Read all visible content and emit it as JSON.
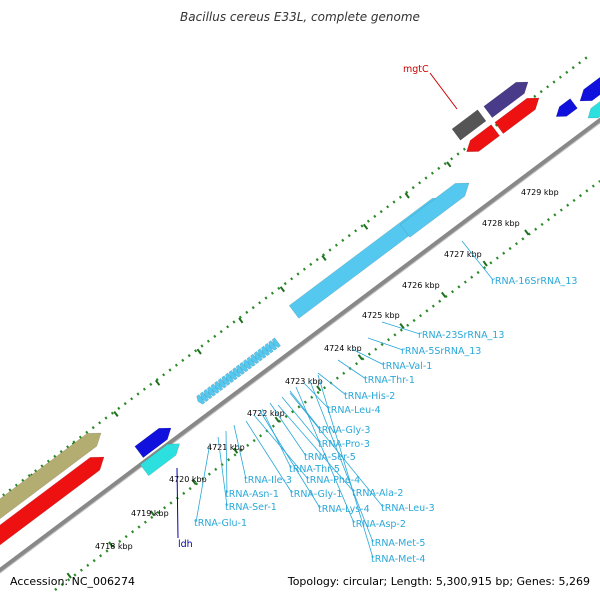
{
  "title": "Bacillus cereus E33L, complete genome",
  "footer": {
    "accession": "Accession: NC_006274",
    "summary": "Topology: circular; Length: 5,300,915 bp; Genes: 5,269"
  },
  "colors": {
    "background": "#ffffff",
    "backbone": "#888888",
    "tick_dot": "#2a8a2a",
    "tick_major": "#1f6f1f",
    "rna_label": "#2aa8d8",
    "rna_feature": "#55c8f0",
    "gene_label_red": "#cc0000",
    "gene_label_blue": "#0000aa",
    "feat_red": "#ee1111",
    "feat_blue": "#1111dd",
    "feat_navy": "#4a3a8a",
    "feat_gray": "#555555",
    "feat_olive": "#b3ad72",
    "feat_cyan": "#2de0e0"
  },
  "ticks": [
    "4718 kbp",
    "4719 kbp",
    "4720 kbp",
    "4721 kbp",
    "4722 kbp",
    "4723 kbp",
    "4724 kbp",
    "4725 kbp",
    "4726 kbp",
    "4727 kbp",
    "4728 kbp",
    "4729 kbp"
  ],
  "gene_labels": [
    {
      "name": "mgtC",
      "color": "red"
    },
    {
      "name": "ldh",
      "color": "blue"
    }
  ],
  "rna_labels": [
    "rRNA-16SrRNA_13",
    "rRNA-23SrRNA_13",
    "rRNA-5SrRNA_13",
    "tRNA-Val-1",
    "tRNA-Thr-1",
    "tRNA-His-2",
    "tRNA-Leu-4",
    "tRNA-Gly-3",
    "tRNA-Pro-3",
    "tRNA-Ser-5",
    "tRNA-Thr-5",
    "tRNA-Phe-4",
    "tRNA-Ile-3",
    "tRNA-Gly-1",
    "tRNA-Ala-2",
    "tRNA-Asn-1",
    "tRNA-Ser-1",
    "tRNA-Lys-4",
    "tRNA-Leu-3",
    "tRNA-Glu-1",
    "tRNA-Asp-2",
    "tRNA-Met-5",
    "tRNA-Met-4"
  ]
}
